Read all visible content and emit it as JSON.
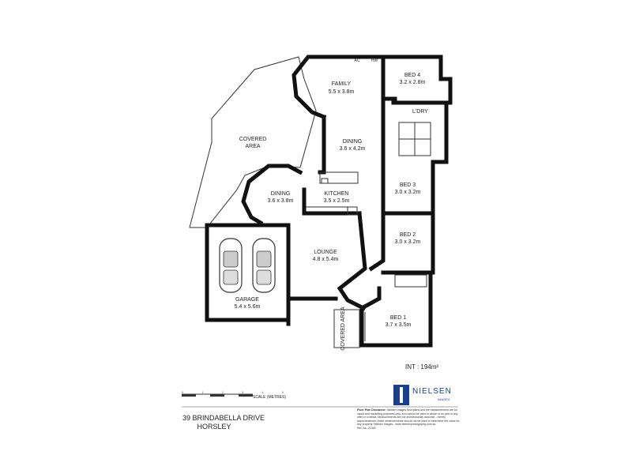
{
  "rooms": {
    "family": {
      "name": "FAMILY",
      "size": "5.5 x 3.8m"
    },
    "bed4": {
      "name": "BED 4",
      "size": "3.2 x 2.8m"
    },
    "laundry": {
      "name": "L'DRY"
    },
    "covered_area_top": {
      "line1": "COVERED",
      "line2": "AREA"
    },
    "dining_main": {
      "name": "DINING",
      "size": "3.6 x 4.2m"
    },
    "bed3": {
      "name": "BED 3",
      "size": "3.0 x 3.2m"
    },
    "dining_west": {
      "name": "DINING",
      "size": "3.6 x 3.8m"
    },
    "kitchen": {
      "name": "KITCHEN",
      "size": "3.5 x 2.5m"
    },
    "bed2": {
      "name": "BED 2",
      "size": "3.0 x 3.2m"
    },
    "lounge": {
      "name": "LOUNGE",
      "size": "4.8 x 5.4m"
    },
    "garage": {
      "name": "GARAGE",
      "size": "5.4 x 5.6m"
    },
    "bed1": {
      "name": "BED 1",
      "size": "3.7 x 3.5m"
    },
    "covered_area_bottom": {
      "text": "COVERED AREA"
    }
  },
  "fixtures": {
    "ac": "AC",
    "hw": "HW"
  },
  "internal_area": "INT : 194m²",
  "scale": {
    "ticks": "0 1 2 3 4 5",
    "label": "SCALE (METRES)"
  },
  "address": {
    "line1": "39 BRINDABELLA DRIVE",
    "line2": "HORSLEY"
  },
  "brand": {
    "name": "NIELSEN",
    "sub": "IMAGES",
    "color": "#1b3f8a"
  },
  "disclaimer": {
    "title": "Floor Plan Disclaimer:",
    "body": "Nielsen Images floor plans and the measurements are for visual and marketing purposes only, and cannot be used in whole or as part of any offer or contract. Measurements are not architecturally accurate - merely approximations; these measurements should not be used to determine the value for any property. Nielsen Images - www.nielsenphotography.com.au",
    "ref": "Ref. No: 21340"
  }
}
